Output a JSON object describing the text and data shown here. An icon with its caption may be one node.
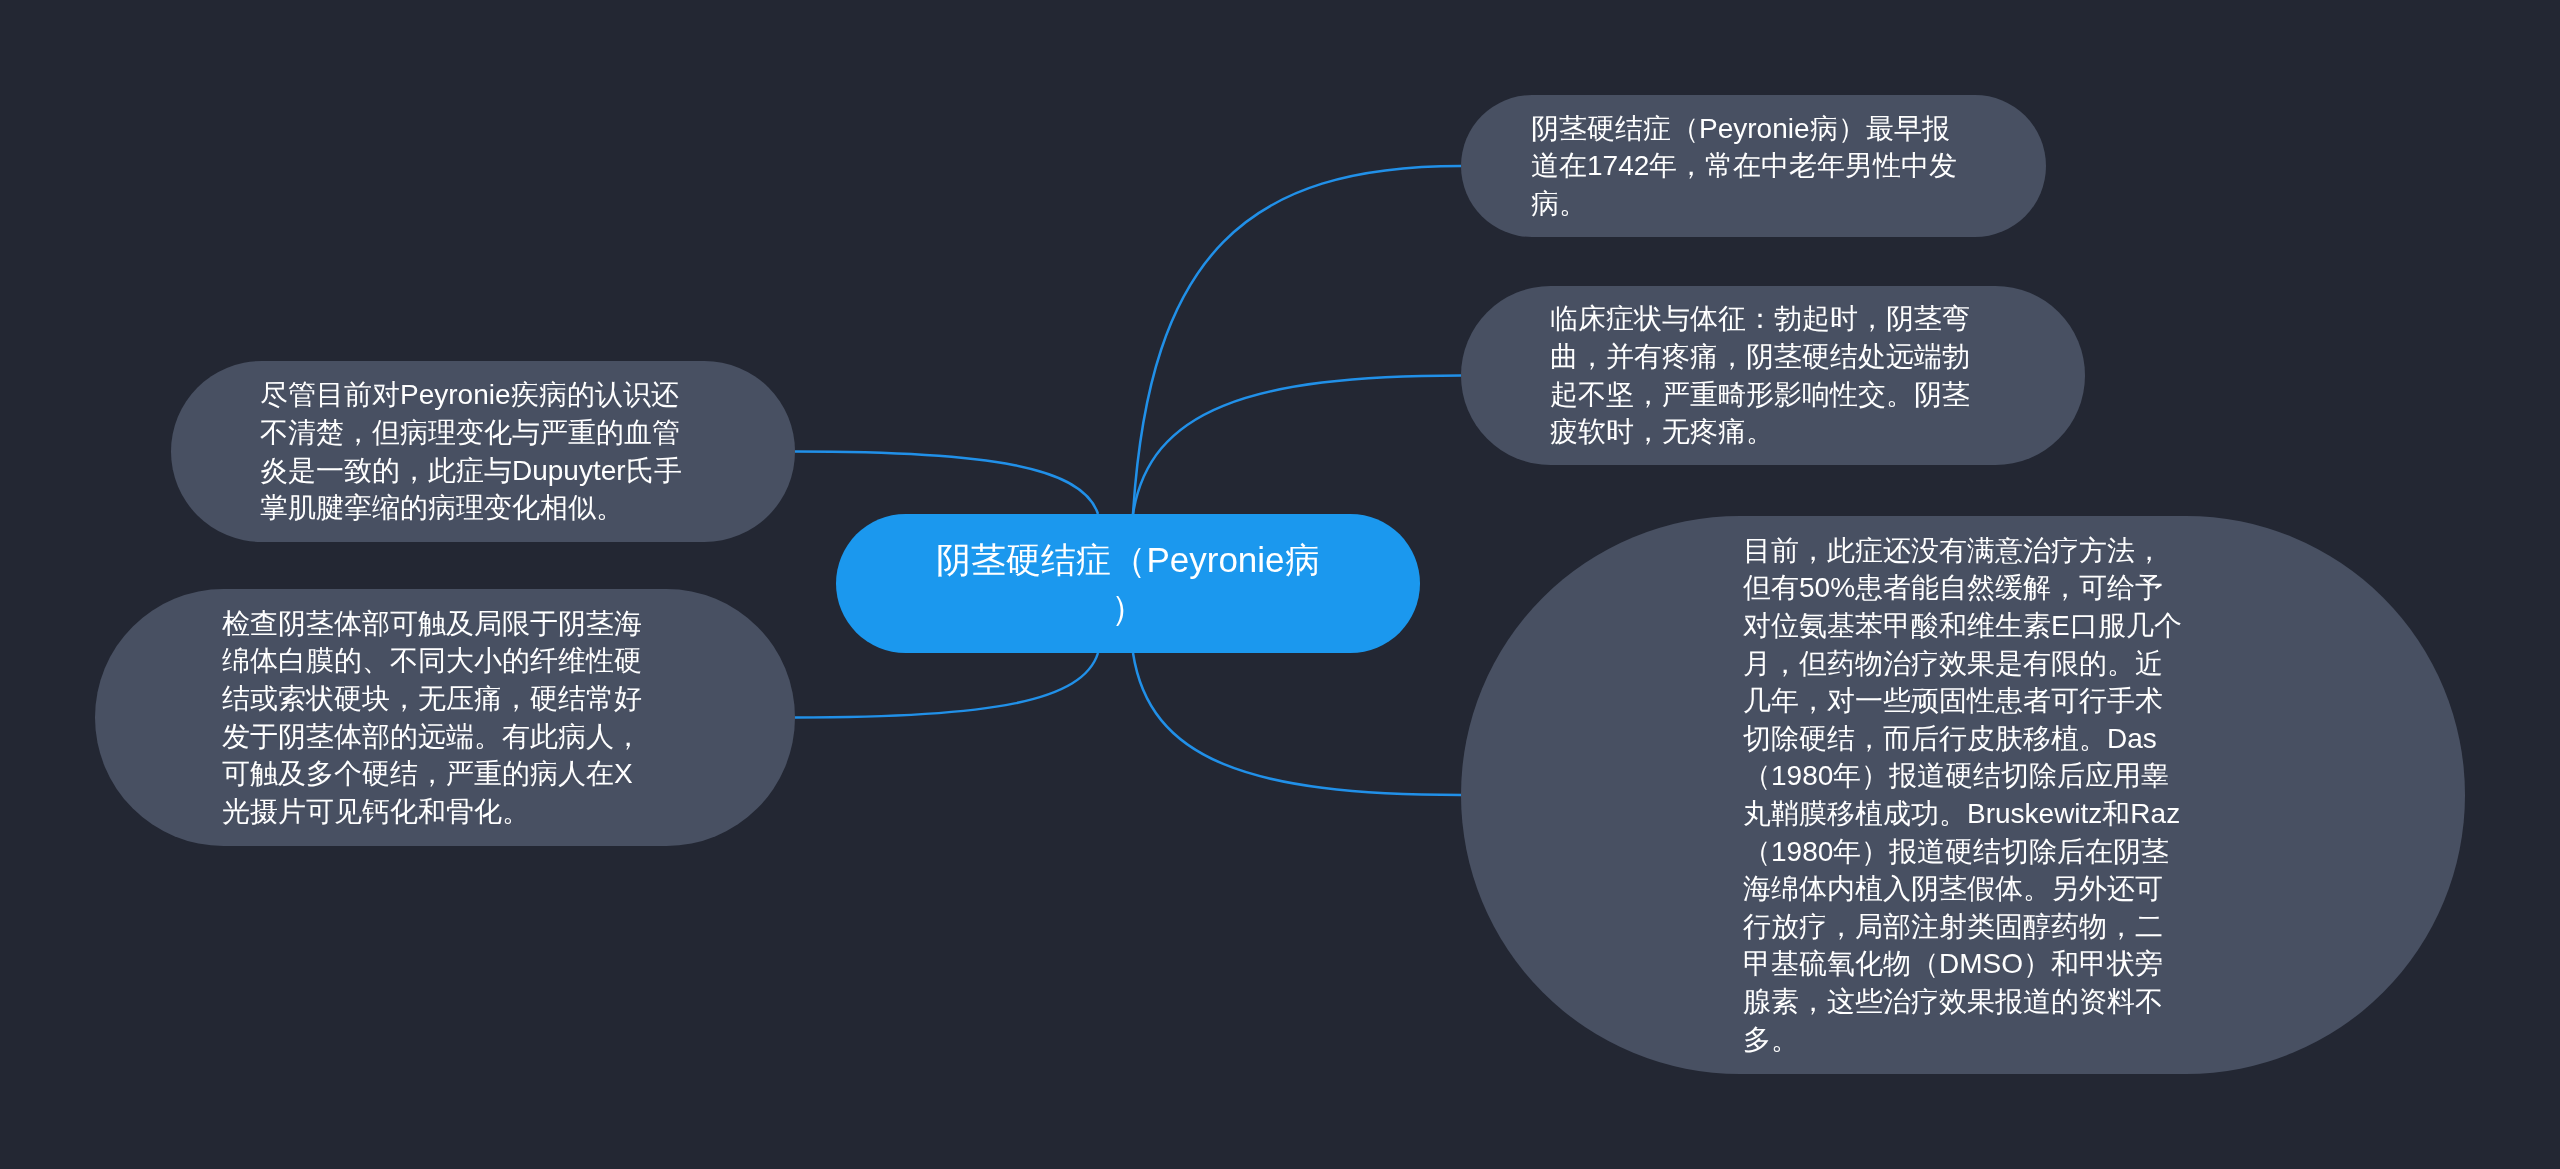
{
  "diagram": {
    "nodes": [
      {
        "text": [
          "阴茎硬结症（Peyronie病）"
        ]
      },
      {
        "text": [
          "阴茎硬结症（Peyronie病）最早报道在1742年，常在中老年男性中发病。"
        ]
      },
      {
        "text": [
          "临床症状与体征：勃起时，阴茎弯曲，并有疼痛，阴茎硬结处远端勃起不坚，严重畸形影响性交。阴茎疲软时，无疼痛。"
        ]
      },
      {
        "text": [
          "目前，此症还没有满意治疗方法，但有50%患者能自然缓解，可给予对位氨基苯甲酸和维生素E口服几个月，但药物治疗效果是有限的。近几年，对一些顽固性患者可行手术切除硬结，而后行皮肤移植。Das（1980年）报道硬结切除后应用睾丸鞘膜移植成功。Bruskewitz和Raz（1980年）报道硬结切除后在阴茎海绵体内植入阴茎假体。另外还可行放疗，局部注射类固醇药物，二甲基硫氧化物（DMSO）和甲状旁腺素，这些治疗效果报道的资料不多。"
        ]
      },
      {
        "text": [
          "尽管目前对Peyronie疾病的认识还不清楚，但病理变化与严重的血管炎是一致的，此症与Dupuyter氏手掌肌腱挛缩的病理变化相似。"
        ]
      },
      {
        "text": [
          "检查阴茎体部可触及局限于阴茎海绵体白膜的、不同大小的纤维性硬结或索状硬块，无压痛，硬结常好发于阴茎体部的远端。有此病人，可触及多个硬结，严重的病人在X光摄片可见钙化和骨化。"
        ]
      }
    ],
    "edges": [
      {
        "from": 0,
        "to": 1,
        "arrow": "none"
      },
      {
        "from": 0,
        "to": 2,
        "arrow": "none"
      },
      {
        "from": 0,
        "to": 3,
        "arrow": "none"
      },
      {
        "from": 0,
        "to": 4,
        "arrow": "none"
      },
      {
        "from": 0,
        "to": 5,
        "arrow": "none"
      }
    ]
  }
}
